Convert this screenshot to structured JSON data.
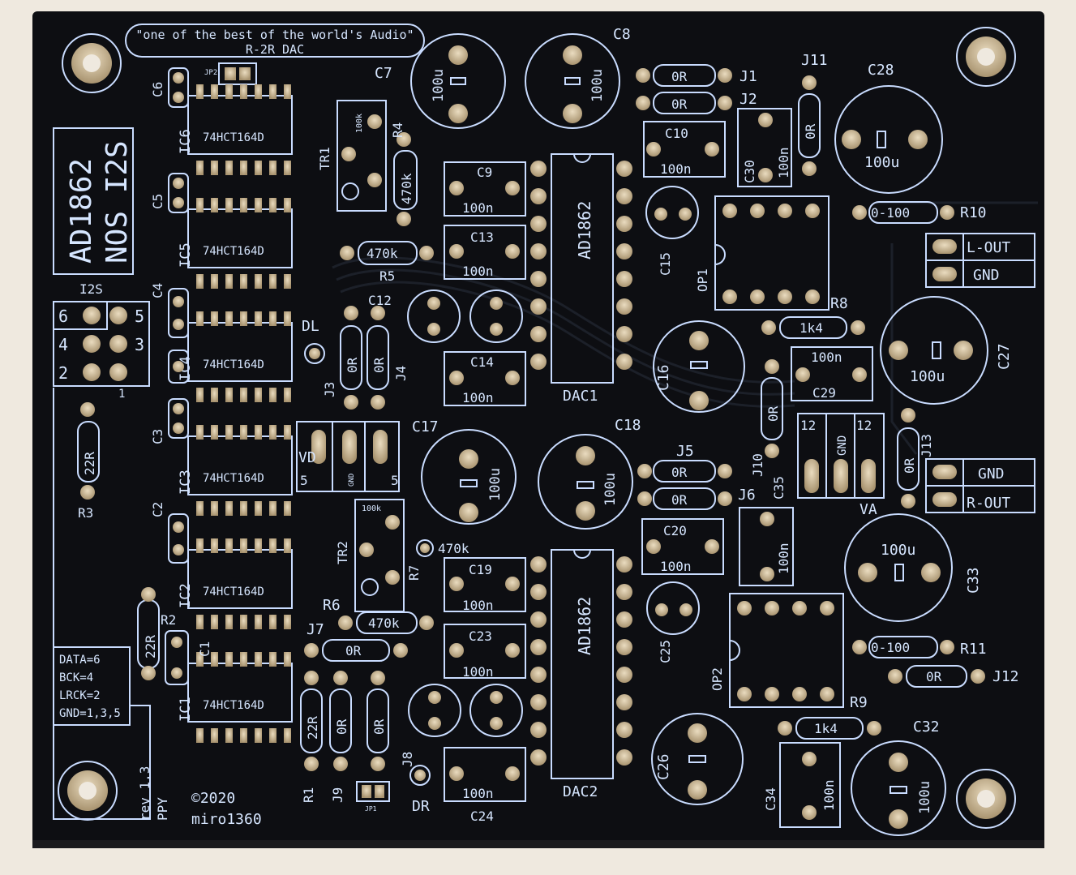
{
  "board": {
    "tagline": "\"one of the best of the world's Audio\"",
    "subtitle": "R-2R DAC",
    "name_line1": "AD1862",
    "name_line2": "NOS I2S",
    "header_label": "I2S",
    "revision": "rev 1.3",
    "fab": "PPY",
    "copyright": "©2020",
    "author": "miro1360",
    "pinout": [
      "DATA=6",
      "BCK=4",
      "LRCK=2",
      "GND=1,3,5"
    ]
  },
  "labels": {
    "C6": "C6",
    "IC6": "IC6",
    "C5": "C5",
    "IC5": "IC5",
    "C4": "C4",
    "IC4": "IC4",
    "C3": "C3",
    "IC3": "IC3",
    "C2": "C2",
    "IC2": "IC2",
    "C1": "C1",
    "IC1": "IC1",
    "JP2": "JP2",
    "JP1": "JP1",
    "chip": "74HCT164D",
    "dac_chip": "AD1862",
    "C7": "C7",
    "C8": "C8",
    "C9": "C9",
    "C10": "C10",
    "C12": "C12",
    "C13": "C13",
    "C14": "C14",
    "C15": "C15",
    "C16": "C16",
    "C17": "C17",
    "C18": "C18",
    "C19": "C19",
    "C20": "C20",
    "C23": "C23",
    "C24": "C24",
    "C25": "C25",
    "C26": "C26",
    "C27": "C27",
    "C28": "C28",
    "C29": "C29",
    "C30": "C30",
    "C32": "C32",
    "C33": "C33",
    "C34": "C34",
    "C35": "C35",
    "DAC1": "DAC1",
    "DAC2": "DAC2",
    "OP1": "OP1",
    "OP2": "OP2",
    "R1": "R1",
    "R2": "R2",
    "R3": "R3",
    "R4": "R4",
    "R5": "R5",
    "R6": "R6",
    "R7": "R7",
    "R8": "R8",
    "R9": "R9",
    "R10": "R10",
    "R11": "R11",
    "J1": "J1",
    "J2": "J2",
    "J3": "J3",
    "J4": "J4",
    "J5": "J5",
    "J6": "J6",
    "J7": "J7",
    "J8": "J8",
    "J9": "J9",
    "J10": "J10",
    "J11": "J11",
    "J12": "J12",
    "J13": "J13",
    "TR1": "TR1",
    "TR2": "TR2",
    "DL": "DL",
    "DR": "DR",
    "VD": "VD",
    "VA": "VA",
    "v100u": "100u",
    "v100n": "100n",
    "v0R": "0R",
    "v470k": "470k",
    "v22R": "22R",
    "v1k4": "1k4",
    "v100k": "100k",
    "v0_100": "0-100",
    "L_OUT": "L-OUT",
    "R_OUT": "R-OUT",
    "GND": "GND",
    "h6": "6",
    "h5": "5",
    "h4": "4",
    "h3": "3",
    "h2": "2",
    "h1": "1",
    "v12": "12",
    "vd5a": "5",
    "vd5b": "5"
  },
  "colors": {
    "background": "#efe9df",
    "board": "#0d0e12",
    "silk": "#d6e6ff",
    "pad": "#c9b899"
  }
}
